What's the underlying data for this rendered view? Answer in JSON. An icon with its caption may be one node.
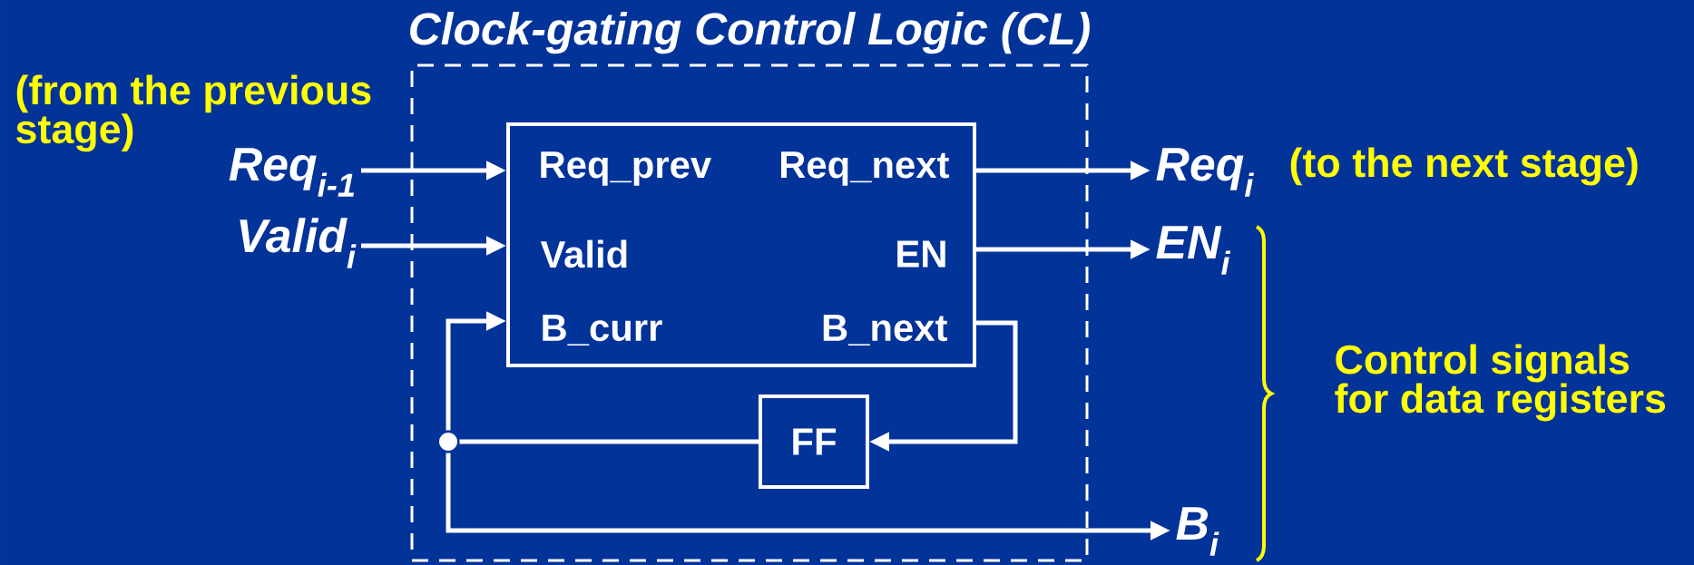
{
  "diagram": {
    "nodes": [
      {
        "text": [
          "Clock-gating Control Logic (CL)"
        ]
      },
      {
        "text": [
          "Req_prev",
          "Req_next",
          "Valid",
          "EN",
          "B_curr",
          "B_next"
        ],
        "in": 0
      },
      {
        "text": [
          "FF"
        ],
        "in": 0
      },
      {
        "text": [],
        "shape": "circle",
        "in": 0
      },
      {
        "text": [
          "Req$_{i-1}$"
        ]
      },
      {
        "text": [
          "Valid$_{i}$"
        ]
      },
      {
        "text": [
          "Req$_{i}$"
        ]
      },
      {
        "text": [
          "EN$_{i}$"
        ]
      },
      {
        "text": [
          "B$_{i}$"
        ]
      }
    ],
    "edges": [
      {
        "from": 4,
        "to": 1,
        "arrow": "to"
      },
      {
        "from": 5,
        "to": 1,
        "arrow": "to"
      },
      {
        "from": 1,
        "to": 6,
        "arrow": "to"
      },
      {
        "from": 1,
        "to": 7,
        "arrow": "to"
      },
      {
        "from": 1,
        "to": 2,
        "arrow": "to"
      },
      {
        "from": 2,
        "to": 3,
        "arrow": "none"
      },
      {
        "from": 3,
        "to": 1,
        "arrow": "to"
      },
      {
        "from": 3,
        "to": 8,
        "arrow": "to"
      }
    ],
    "labels": [
      "(from the previous stage)",
      "(to the next stage)",
      "Control signals for data registers"
    ]
  }
}
